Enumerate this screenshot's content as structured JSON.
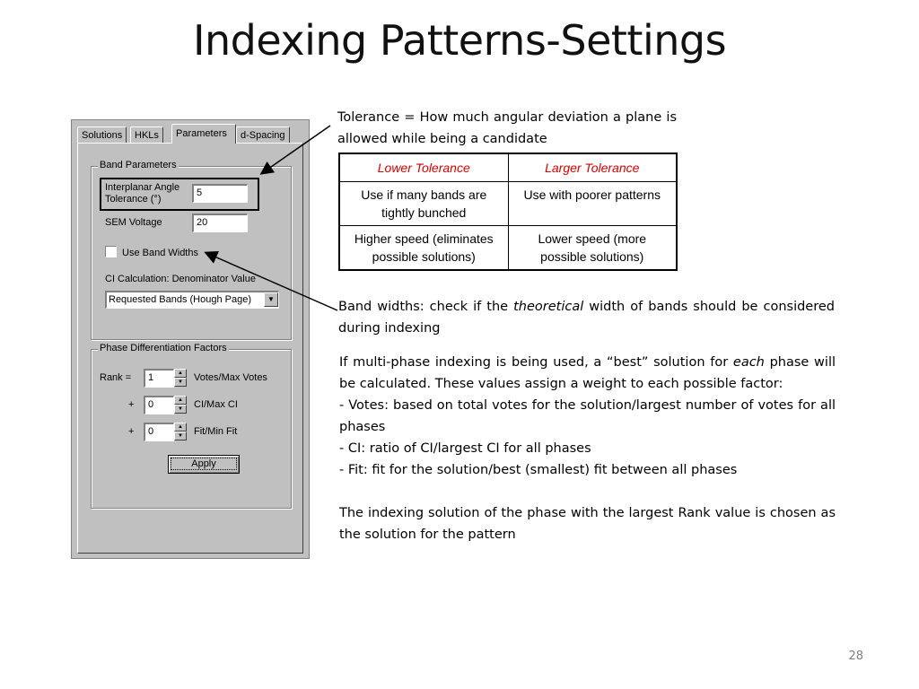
{
  "slide": {
    "title": "Indexing Patterns-Settings",
    "number": "28"
  },
  "dialog": {
    "tabs": [
      "Solutions",
      "HKLs",
      "Parameters",
      "d-Spacing"
    ],
    "active_tab": "Parameters",
    "band_group": {
      "title": "Band Parameters",
      "angle_label_line1": "Interplanar Angle",
      "angle_label_line2": "Tolerance (°)",
      "angle_value": "5",
      "sem_label": "SEM Voltage",
      "sem_value": "20",
      "checkbox_label": "Use Band Widths",
      "checkbox_checked": false,
      "ci_label": "CI Calculation: Denominator Value",
      "ci_value": "Requested Bands (Hough Page)"
    },
    "phase_group": {
      "title": "Phase Differentiation Factors",
      "rank_label": "Rank =",
      "rank_value": "1",
      "rank_desc": "Votes/Max Votes",
      "plus1": "+",
      "ci_value": "0",
      "ci_desc": "CI/Max CI",
      "plus2": "+",
      "fit_value": "0",
      "fit_desc": "Fit/Min Fit"
    },
    "apply_label": "Apply"
  },
  "notes": {
    "tolerance": "Tolerance = How much angular deviation  a plane is allowed while being a candidate",
    "table": {
      "headers": [
        "Lower Tolerance",
        "Larger Tolerance"
      ],
      "rows": [
        [
          "Use if many bands are tightly bunched",
          "Use with poorer patterns"
        ],
        [
          "Higher speed (eliminates possible solutions)",
          "Lower speed (more possible solutions)"
        ]
      ]
    },
    "band_widths_pre": "Band widths: check if the ",
    "band_widths_em": "theoretical",
    "band_widths_post": " width of bands should be considered during indexing",
    "multi_pre": "If multi-phase indexing is being used, a “best” solution for ",
    "multi_em": "each",
    "multi_post": " phase will be calculated. These values assign a weight to each possible factor:",
    "votes": "- Votes: based on total votes for the solution/largest number of votes for all phases",
    "ci": "- CI: ratio of CI/largest CI for all phases",
    "fit": "- Fit: fit for the solution/best (smallest) fit between all phases",
    "conclusion": "The indexing solution of the phase with the largest Rank value is chosen as the solution for the pattern"
  },
  "colors": {
    "dialog_bg": "#c0c0c0",
    "table_header": "#d00000"
  }
}
